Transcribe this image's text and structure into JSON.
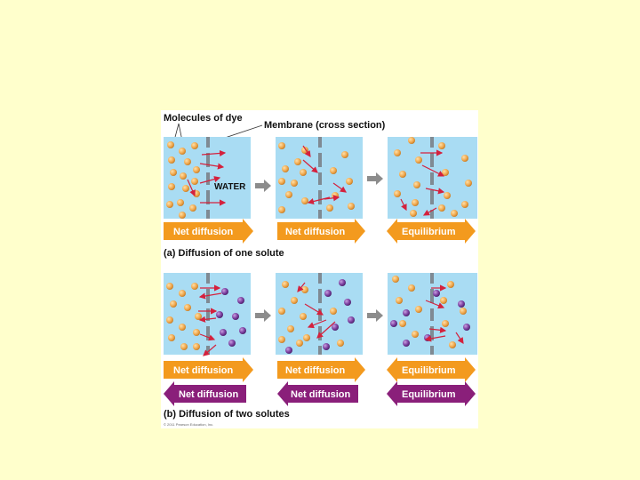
{
  "labels": {
    "molecules_of_dye": "Molecules of dye",
    "membrane": "Membrane (cross section)",
    "water": "WATER",
    "caption_a": "(a) Diffusion of one solute",
    "caption_b": "(b) Diffusion of two solutes",
    "copyright": "© 2011 Pearson Education, Inc."
  },
  "row_a_arrows": [
    "Net diffusion",
    "Net diffusion",
    "Equilibrium"
  ],
  "row_b_orange_arrows": [
    "Net diffusion",
    "Net diffusion",
    "Equilibrium"
  ],
  "row_b_purple_arrows": [
    "Net diffusion",
    "Net diffusion",
    "Equilibrium"
  ],
  "colors": {
    "background": "#ffffcc",
    "water": "#a9dcf3",
    "membrane": "#7f8a93",
    "dye_orange": "#f0a94f",
    "dye_purple": "#7b3fa0",
    "arrow_orange": "#f39a1e",
    "arrow_purple": "#8a1f7a",
    "motion_arrow": "#d4213d",
    "step_arrow": "#8c8c8c"
  }
}
